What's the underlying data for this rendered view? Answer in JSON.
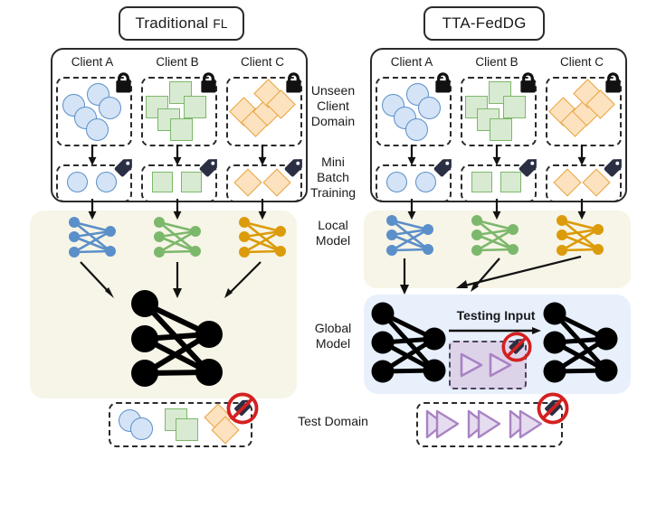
{
  "figure": {
    "type": "diagram",
    "description": "Comparison of Traditional FL and TTA-FedDG federated learning pipelines"
  },
  "left_panel": {
    "title": "Traditional",
    "title_suffix": "FL",
    "clients": [
      {
        "label": "Client A",
        "shape": "circle",
        "color": "#d4e4f6",
        "stroke": "#5b8fc9",
        "unseen_count": 5,
        "batch_count": 2
      },
      {
        "label": "Client B",
        "shape": "square",
        "color": "#d8ead1",
        "stroke": "#7cb86b",
        "unseen_count": 5,
        "batch_count": 2
      },
      {
        "label": "Client C",
        "shape": "diamond",
        "color": "#fce2bf",
        "stroke": "#e8a33d",
        "unseen_count": 5,
        "batch_count": 2
      }
    ],
    "local_models": [
      {
        "client": "Client A",
        "color": "#5b8fc9"
      },
      {
        "client": "Client B",
        "color": "#7cb86b"
      },
      {
        "client": "Client C",
        "color": "#dc9b0a"
      }
    ],
    "global_model": {
      "color": "#000000",
      "input_nodes": 3,
      "output_nodes": 2
    },
    "test_domain": {
      "shapes": [
        "circle",
        "square",
        "diamond"
      ],
      "no_label": true
    }
  },
  "right_panel": {
    "title": "TTA-FedDG",
    "clients": [
      {
        "label": "Client A",
        "shape": "circle",
        "color": "#d4e4f6",
        "stroke": "#5b8fc9",
        "unseen_count": 5,
        "batch_count": 2
      },
      {
        "label": "Client B",
        "shape": "square",
        "color": "#d8ead1",
        "stroke": "#7cb86b",
        "unseen_count": 5,
        "batch_count": 2
      },
      {
        "label": "Client C",
        "shape": "diamond",
        "color": "#fce2bf",
        "stroke": "#e8a33d",
        "unseen_count": 5,
        "batch_count": 2
      }
    ],
    "local_models": [
      {
        "client": "Client A",
        "color": "#5b8fc9"
      },
      {
        "client": "Client B",
        "color": "#7cb86b"
      },
      {
        "client": "Client C",
        "color": "#dc9b0a"
      }
    ],
    "testing_input_label": "Testing Input",
    "testing_input_box": {
      "fill": "#ddd3e8",
      "stroke": "#6a5a86",
      "triangle_count": 2,
      "triangle_fill": "#e6dcef",
      "triangle_stroke": "#a983c4",
      "no_label": true
    },
    "global_models": {
      "count": 2,
      "color": "#000000",
      "input_nodes": 3,
      "output_nodes": 2
    },
    "test_domain": {
      "shape": "triangle-pair",
      "count": 3,
      "fill": "#e6dcef",
      "stroke": "#a983c4",
      "no_label": true
    }
  },
  "center_labels": [
    {
      "id": "unseen-client-domain",
      "lines": [
        "Unseen",
        "Client",
        "Domain"
      ]
    },
    {
      "id": "mini-batch-training",
      "lines": [
        "Mini",
        "Batch",
        "Training"
      ]
    },
    {
      "id": "local-model",
      "lines": [
        "Local",
        "Model"
      ]
    },
    {
      "id": "global-model",
      "lines": [
        "Global",
        "Model"
      ]
    },
    {
      "id": "test-domain",
      "lines": [
        "Test Domain"
      ]
    }
  ],
  "icons": {
    "lock": "lock-icon",
    "tag": "tag-icon",
    "no_tag": "no-tag-icon",
    "arrow": "arrow-icon"
  },
  "colors": {
    "cream_panel": "#f7f5e7",
    "blue_panel": "#e7f0fb",
    "outline": "#2b2b2b",
    "prohibition_red": "#d42020",
    "tag_dark": "#2b2f44"
  }
}
